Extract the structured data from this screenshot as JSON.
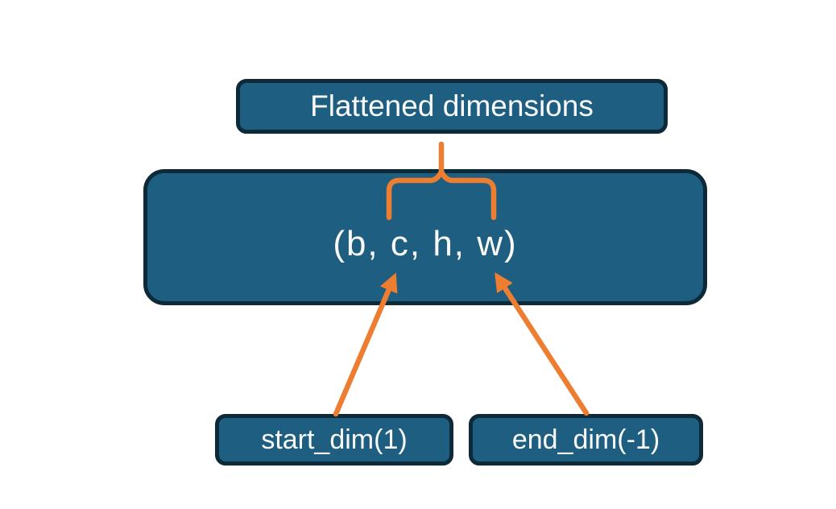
{
  "diagram": {
    "background": "#ffffff",
    "colors": {
      "box_fill": "#1e5e80",
      "box_border": "#0e2938",
      "accent_orange": "#ed7d31",
      "label_text": "#fafafa"
    },
    "boxes": {
      "title": {
        "label": "Flattened dimensions"
      },
      "tensor": {
        "label": "(b, c, h, w)"
      },
      "start_dim": {
        "label": "start_dim(1)"
      },
      "end_dim": {
        "label": "end_dim(-1)"
      }
    }
  }
}
